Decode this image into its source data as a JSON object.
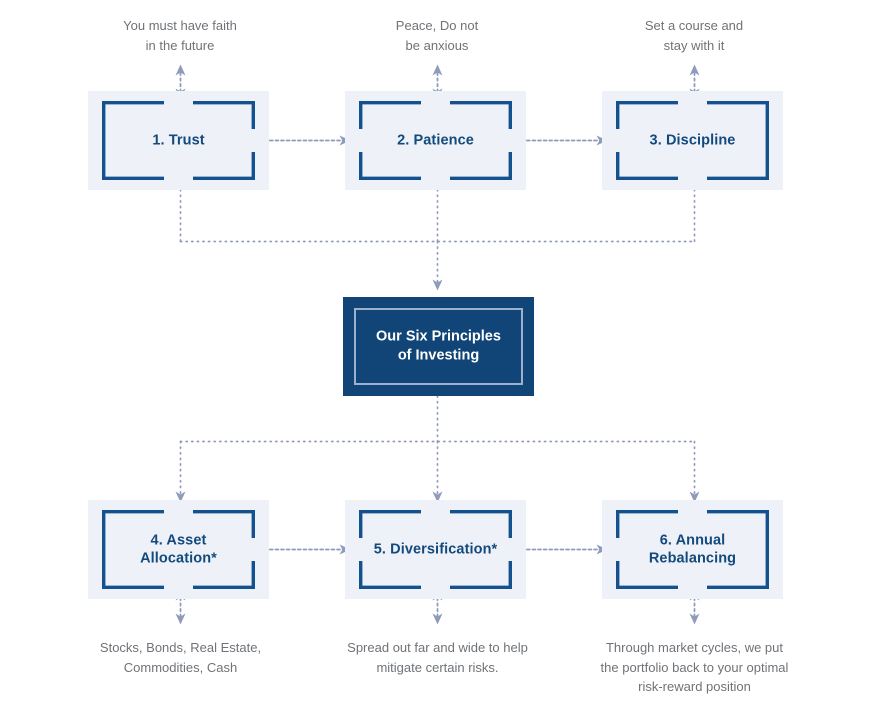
{
  "diagram": {
    "title": "Our Six Principles of Investing",
    "colors": {
      "panel_background": "#eef1f7",
      "bracket_stroke": "#13528f",
      "hub_fill": "#114577",
      "hub_inner_border": "#9db0cd",
      "connector": "#8e9bbb",
      "label_text": "#134a7e",
      "caption_text": "#6f7377",
      "page_background": "#ffffff"
    }
  },
  "center": {
    "line1": "Our Six Principles",
    "line2": "of Investing"
  },
  "principles": [
    {
      "id": "trust",
      "label_line1": "1. Trust",
      "label_line2": "",
      "caption_line1": "You must have faith",
      "caption_line2": "in the future",
      "caption_line3": ""
    },
    {
      "id": "patience",
      "label_line1": "2. Patience",
      "label_line2": "",
      "caption_line1": "Peace, Do not",
      "caption_line2": "be anxious",
      "caption_line3": ""
    },
    {
      "id": "discipline",
      "label_line1": "3. Discipline",
      "label_line2": "",
      "caption_line1": "Set a course and",
      "caption_line2": "stay with it",
      "caption_line3": ""
    },
    {
      "id": "asset-allocation",
      "label_line1": "4. Asset",
      "label_line2": "Allocation*",
      "caption_line1": "Stocks, Bonds, Real Estate,",
      "caption_line2": "Commodities, Cash",
      "caption_line3": ""
    },
    {
      "id": "diversification",
      "label_line1": "5. Diversification*",
      "label_line2": "",
      "caption_line1": "Spread out far and wide to help",
      "caption_line2": "mitigate certain risks.",
      "caption_line3": ""
    },
    {
      "id": "annual-rebalancing",
      "label_line1": "6. Annual",
      "label_line2": "Rebalancing",
      "caption_line1": "Through market cycles, we put",
      "caption_line2": "the portfolio back to your optimal",
      "caption_line3": "risk-reward position"
    }
  ]
}
